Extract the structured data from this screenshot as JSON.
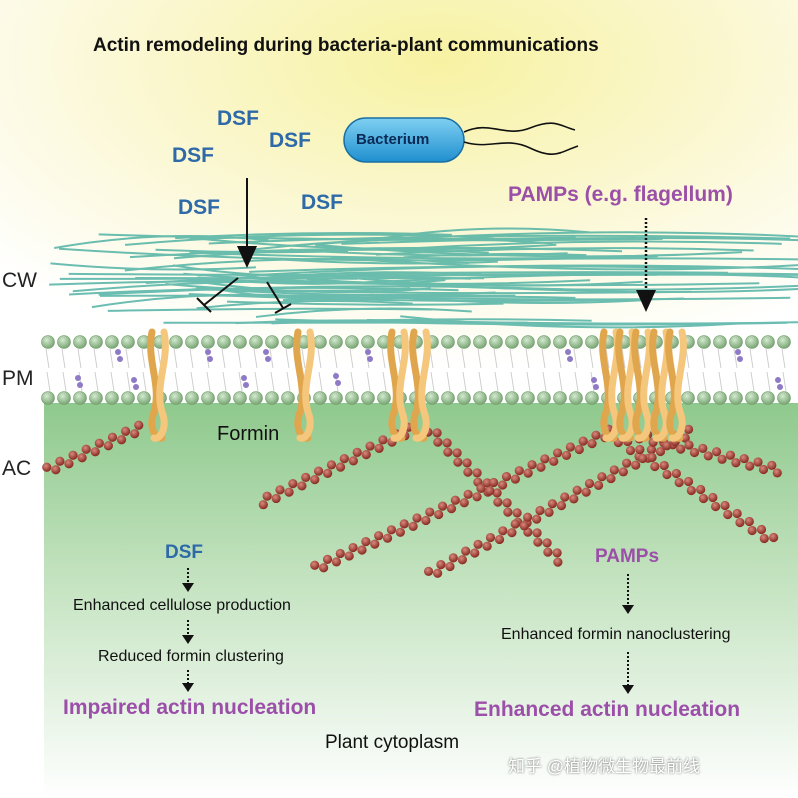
{
  "title": "Actin remodeling during bacteria-plant communications",
  "bacterium": "Bacterium",
  "dsf_labels": [
    "DSF",
    "DSF",
    "DSF",
    "DSF",
    "DSF"
  ],
  "pamps_header": "PAMPs (e.g. flagellum)",
  "side_labels": {
    "cw": "CW",
    "pm": "PM",
    "ac": "AC"
  },
  "formin_label": "Formin",
  "left_pathway": {
    "start": "DSF",
    "step1": "Enhanced cellulose production",
    "step2": "Reduced formin clustering",
    "outcome": "Impaired actin nucleation"
  },
  "right_pathway": {
    "start": "PAMPs",
    "step1": "Enhanced formin nanoclustering",
    "outcome": "Enhanced actin nucleation"
  },
  "cytoplasm_label": "Plant cytoplasm",
  "watermark": "知乎 @植物微生物最前线",
  "colors": {
    "dsf": "#2e6aa8",
    "pamps": "#9b4fa8",
    "cytoplasm": "#9fd09b",
    "actin": "#a8453b",
    "lipid_head": "#8fb88a",
    "formin": "#f4c77c",
    "cellulose": "#3aa89a"
  }
}
